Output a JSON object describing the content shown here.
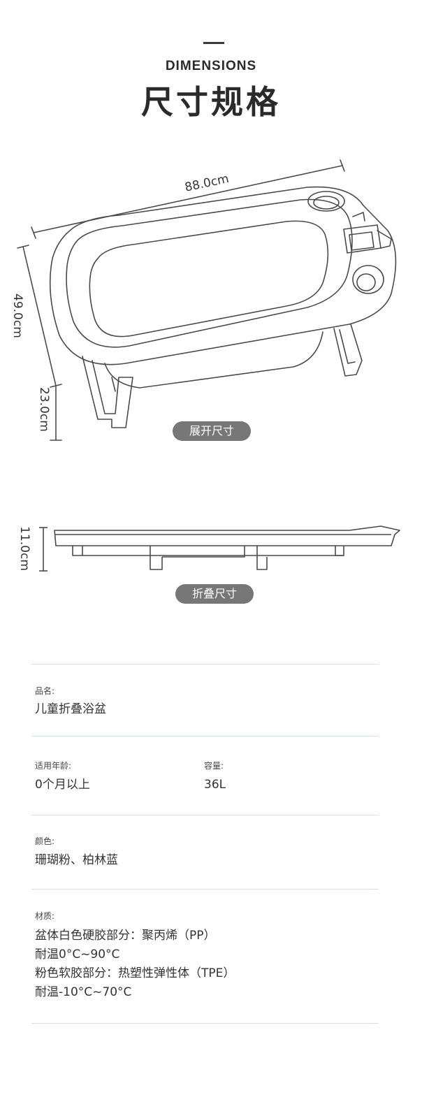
{
  "header": {
    "title_en": "DIMENSIONS",
    "title_zh": "尺寸规格"
  },
  "dimensions": {
    "length": "88.0cm",
    "width": "49.0cm",
    "height": "23.0cm",
    "folded_height": "11.0cm",
    "unfolded_label": "展开尺寸",
    "folded_label": "折叠尺寸"
  },
  "specs": {
    "name": {
      "label": "品名:",
      "value": "儿童折叠浴盆"
    },
    "age": {
      "label": "适用年龄:",
      "value": "0个月以上"
    },
    "capacity": {
      "label": "容量:",
      "value": "36L"
    },
    "color": {
      "label": "颜色:",
      "value": "珊瑚粉、柏林蓝"
    },
    "material": {
      "label": "材质:",
      "lines": [
        "盆体白色硬胶部分：聚丙烯（PP）",
        "耐温0°C~90°C",
        "粉色软胶部分：热塑性弹性体（TPE）",
        "耐温-10°C~70°C"
      ]
    }
  }
}
